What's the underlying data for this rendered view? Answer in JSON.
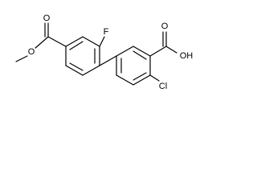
{
  "labels": {
    "oxygen": "O",
    "fluorine": "F",
    "hydroxyl": "OH",
    "chlorine": "Cl"
  }
}
